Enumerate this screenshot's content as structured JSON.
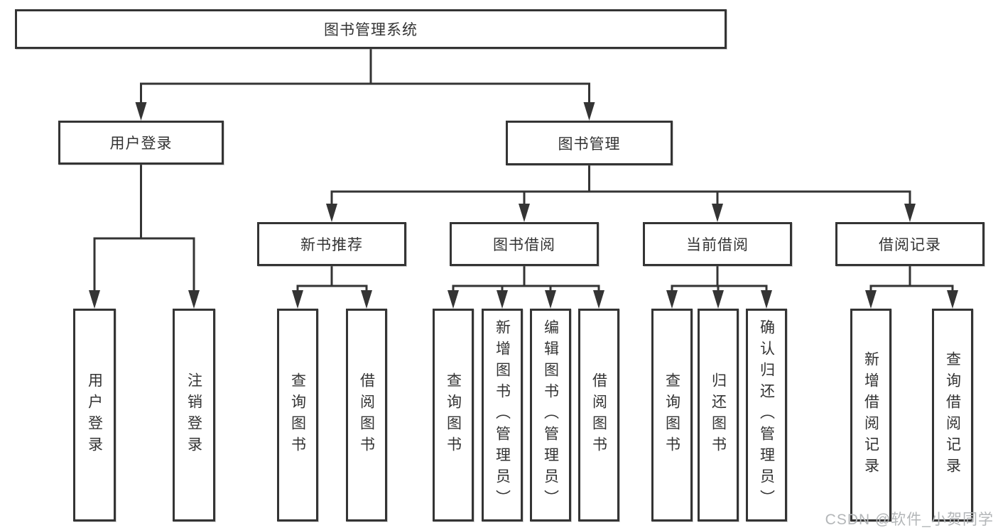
{
  "diagram_type": "hierarchy-tree",
  "tree": {
    "label": "图书管理系统",
    "children": [
      {
        "label": "用户登录",
        "children": [
          {
            "label": "用户登录"
          },
          {
            "label": "注销登录"
          }
        ]
      },
      {
        "label": "图书管理",
        "children": [
          {
            "label": "新书推荐",
            "children": [
              {
                "label": "查询图书"
              },
              {
                "label": "借阅图书"
              }
            ]
          },
          {
            "label": "图书借阅",
            "children": [
              {
                "label": "查询图书"
              },
              {
                "label": "新增图书（管理员）"
              },
              {
                "label": "编辑图书（管理员）"
              },
              {
                "label": "借阅图书"
              }
            ]
          },
          {
            "label": "当前借阅",
            "children": [
              {
                "label": "查询图书"
              },
              {
                "label": "归还图书"
              },
              {
                "label": "确认归还（管理员）"
              }
            ]
          },
          {
            "label": "借阅记录",
            "children": [
              {
                "label": "新增借阅记录"
              },
              {
                "label": "查询借阅记录"
              }
            ]
          }
        ]
      }
    ]
  },
  "watermark": {
    "text": "CSDN @软件_小贺同学"
  },
  "colors": {
    "line": "#343434",
    "box_border": "#343434",
    "text": "#333333",
    "watermark": "#b3b6b8",
    "background": "#ffffff"
  }
}
